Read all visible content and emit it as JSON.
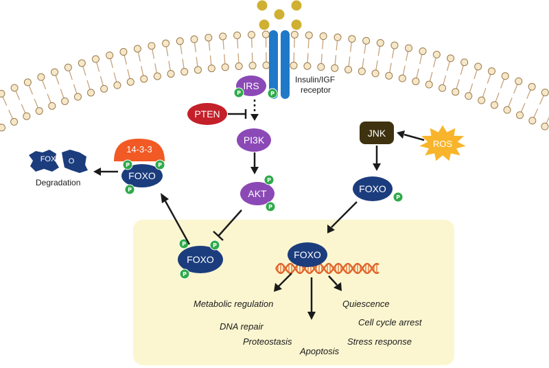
{
  "colors": {
    "membrane_head": "#f6e7c8",
    "membrane_stroke": "#9a7a4c",
    "membrane_tail": "#c7a27a",
    "ligand": "#cfb033",
    "receptor": "#1f78c8",
    "purple": "#8b49b6",
    "red": "#c4202a",
    "navy": "#1c3d7d",
    "olive": "#3e3210",
    "orange": "#f15a24",
    "green": "#2eaa4a",
    "nucleus": "#fbf6d0",
    "ros": "#f8b52b",
    "dna": "#e0642a",
    "arrow": "#1a1a1a"
  },
  "nodes": {
    "irs": "IRS",
    "pten": "PTEN",
    "pi3k": "PI3K",
    "akt": "AKT",
    "jnk": "JNK",
    "ros": "ROS",
    "foxo_right": "FOXO",
    "foxo_bound": "FOXO",
    "foxo_nuclear_p": "FOXO",
    "foxo_nucleus": "FOXO",
    "cap": "14-3-3",
    "degraded": [
      "FOX",
      "O"
    ]
  },
  "labels": {
    "receptor": [
      "Insulin/IGF",
      "receptor"
    ],
    "degradation": "Degradation",
    "phospho": "P"
  },
  "outcomes": [
    "Metabolic regulation",
    "DNA repair",
    "Proteostasis",
    "Apoptosis",
    "Quiescence",
    "Cell cycle arrest",
    "Stress response"
  ]
}
